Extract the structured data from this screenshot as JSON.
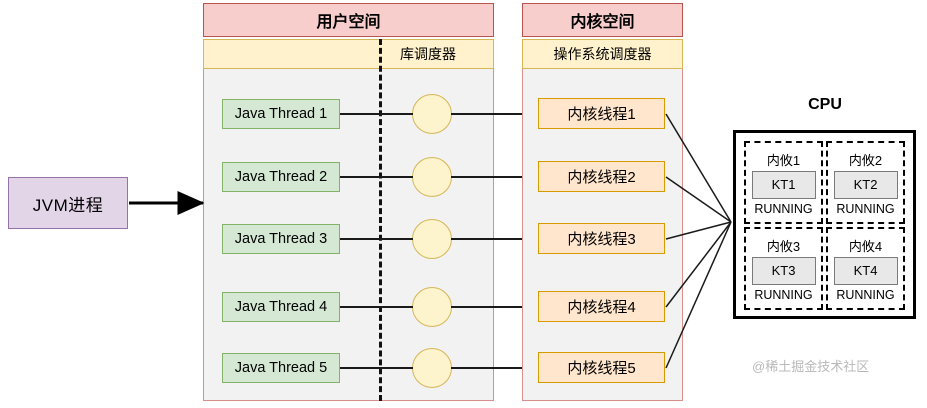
{
  "diagram": {
    "process": {
      "label": "JVM进程"
    },
    "user_space": {
      "title": "用户空间",
      "scheduler": "库调度器",
      "threads": [
        {
          "label": "Java Thread 1"
        },
        {
          "label": "Java Thread 2"
        },
        {
          "label": "Java Thread 3"
        },
        {
          "label": "Java Thread 4"
        },
        {
          "label": "Java Thread 5"
        }
      ]
    },
    "kernel_space": {
      "title": "内核空间",
      "scheduler": "操作系统调度器",
      "threads": [
        {
          "label": "内核线程1"
        },
        {
          "label": "内核线程2"
        },
        {
          "label": "内核线程3"
        },
        {
          "label": "内核线程4"
        },
        {
          "label": "内核线程5"
        }
      ]
    },
    "cpu": {
      "title": "CPU",
      "cores": [
        {
          "name": "内攸1",
          "thread": "KT1",
          "state": "RUNNING"
        },
        {
          "name": "内攸2",
          "thread": "KT2",
          "state": "RUNNING"
        },
        {
          "name": "内攸3",
          "thread": "KT3",
          "state": "RUNNING"
        },
        {
          "name": "内攸4",
          "thread": "KT4",
          "state": "RUNNING"
        }
      ]
    },
    "watermark": "@稀土掘金技术社区",
    "colors": {
      "header_fill": "#f8cecc",
      "header_stroke": "#b85450",
      "scheduler_fill": "#fff2cc",
      "scheduler_stroke": "#d6b656",
      "body_fill": "#f2f2f2",
      "java_thread_fill": "#d5e8d4",
      "java_thread_stroke": "#82b366",
      "kernel_thread_fill": "#ffe6cc",
      "kernel_thread_stroke": "#d79b00",
      "process_fill": "#e1d5e7",
      "process_stroke": "#9673a6",
      "circle_fill": "#fdf3cc",
      "circle_stroke": "#d6b656",
      "cpu_stroke": "#000000",
      "chip_fill": "#e8e8e8"
    }
  }
}
